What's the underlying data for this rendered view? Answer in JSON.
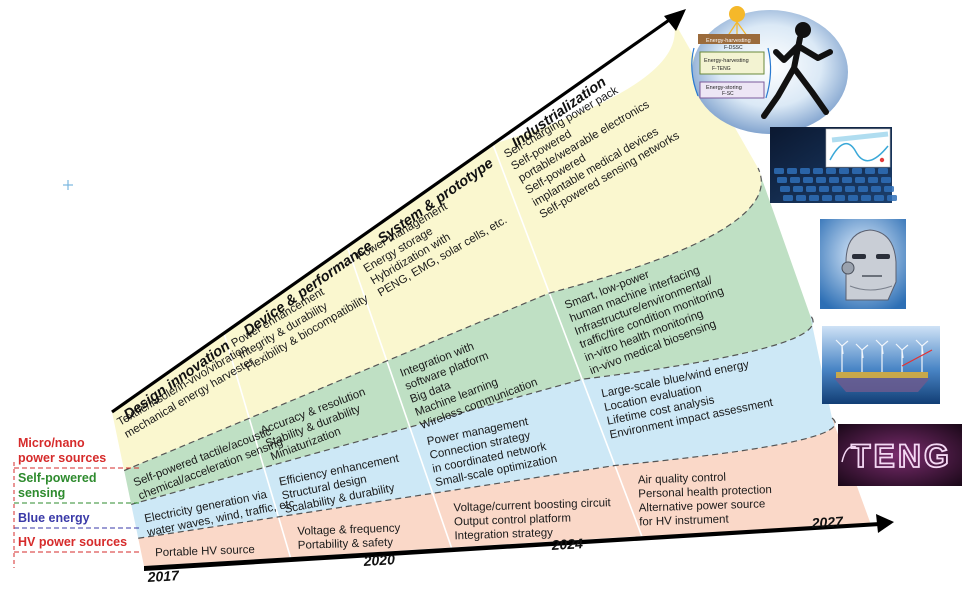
{
  "phases": [
    "Design innovation",
    "Device & performance",
    "System & prototype",
    "Industrialization"
  ],
  "years": [
    "2017",
    "2020",
    "2024",
    "2027"
  ],
  "categories": [
    {
      "label_lines": [
        "Micro/nano",
        "power sources"
      ],
      "color": "#d62b2b"
    },
    {
      "label_lines": [
        "Self-powered",
        "sensing"
      ],
      "color": "#2e8b2e"
    },
    {
      "label_lines": [
        "Blue energy"
      ],
      "color": "#3a3aa8"
    },
    {
      "label_lines": [
        "HV power sources"
      ],
      "color": "#d62b2b"
    }
  ],
  "band_colors": [
    "#faf7cf",
    "#bfe0c4",
    "#cde8f6",
    "#fad8c8"
  ],
  "cells": [
    [
      [
        "Textile/insole/in-vivo/vibration",
        "mechanical energy harvester"
      ],
      [
        "Power enhancement",
        "Integrity & durability",
        "Flexibility & biocompatibility"
      ],
      [
        "Power management",
        "Energy storage",
        "Hybridization with",
        "PENG, EMG, solar cells, etc."
      ],
      [
        "Self-charging power pack",
        "Self-powered",
        "portable/wearable electronics",
        "Self-powered",
        "implantable medical devices",
        "Self-powered sensing networks"
      ]
    ],
    [
      [
        "Self-powered tactile/acoustic",
        "chemical/acceleration sensing"
      ],
      [
        "Accuracy & resolution",
        "Stability & durability",
        "Miniaturization"
      ],
      [
        "Integration with",
        "software platform",
        "Big data",
        "Machine learning",
        "Wireless communication"
      ],
      [
        "Smart, low-power",
        "human machine interfacing",
        "Infrastructure/environmental/",
        "traffic/tire condition monitoring",
        "in-vitro health monitoring",
        "in-vivo medical biosensing"
      ]
    ],
    [
      [
        "Electricity generation via",
        "water waves, wind, traffic, etc."
      ],
      [
        "Efficiency enhancement",
        "Structural design",
        "Scalability & durability"
      ],
      [
        "Power management",
        "Connection strategy",
        "in coordinated network",
        "Small-scale optimization"
      ],
      [
        "Large-scale blue/wind energy",
        "Location evaluation",
        "Lifetime cost analysis",
        "Environment impact assessment"
      ]
    ],
    [
      [
        "Portable HV source"
      ],
      [
        "Voltage & frequency",
        "Portability & safety"
      ],
      [
        "Voltage/current boosting circuit",
        "Output control platform",
        "Integration strategy"
      ],
      [
        "Air quality control",
        "Personal health protection",
        "Alternative power source",
        "for HV instrument"
      ]
    ]
  ],
  "image_labels": {
    "img1_lines": [
      "Energy-harvesting",
      "F-DSSC",
      "Energy-harvesting",
      "F-TENG",
      "Energy-storing",
      "F-SC"
    ],
    "img5_text": "TENG"
  },
  "icons": {
    "img1": "running-athlete-energy-icon",
    "img2": "keyboard-sensor-icon",
    "img3": "robot-head-icon",
    "img4": "wind-wave-platform-icon",
    "img5": "neon-teng-sign-icon"
  }
}
